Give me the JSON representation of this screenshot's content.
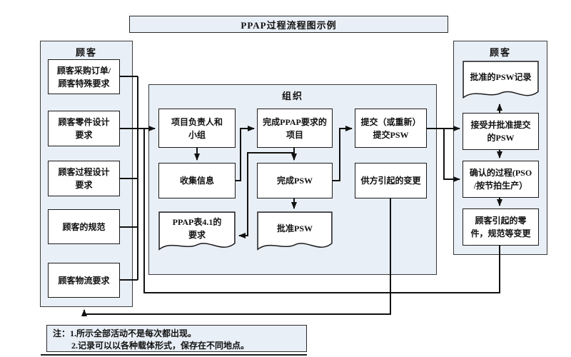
{
  "title": "PPAP过程流程图示例",
  "left_panel": {
    "header": "顾客",
    "boxes": [
      [
        "顾客采购订单/",
        "顾客特殊要求"
      ],
      [
        "顾客零件设计",
        "要求"
      ],
      [
        "顾客过程设计",
        "要求"
      ],
      "顾客的规范",
      "顾客物流要求"
    ]
  },
  "center_panel": {
    "header": "组织",
    "boxes": {
      "leader": [
        "项目负责人和",
        "小组"
      ],
      "collect": "收集信息",
      "ppap_form": [
        "PPAP表4.1的",
        "要求"
      ],
      "complete_items": [
        "完成PPAP要求的",
        "项目"
      ],
      "complete_psw": "完成PSW",
      "approve_psw": "批准PSW",
      "submit_psw": [
        "提交（或重新）",
        "提交PSW"
      ],
      "supplier_change": "供方引起的变更"
    }
  },
  "right_panel": {
    "header": "顾客",
    "boxes": {
      "psw_record": "批准的PSW记录",
      "accept_psw": [
        "接受并批准提交",
        "的PSW"
      ],
      "confirm_process": [
        "确认的过程(PSO",
        "/按节拍生产）"
      ],
      "customer_change": [
        "顾客引起的零",
        "件，规范等变更"
      ]
    }
  },
  "note": {
    "line1": "注：1.所示全部活动不是每次都出现。",
    "line2": "2.记录可以以各种载体形式，保存在不同地点。"
  },
  "colors": {
    "panel_fill": "#e9eff6",
    "box_fill": "#ffffff",
    "border": "#1a1a1a",
    "line": "#111111"
  }
}
